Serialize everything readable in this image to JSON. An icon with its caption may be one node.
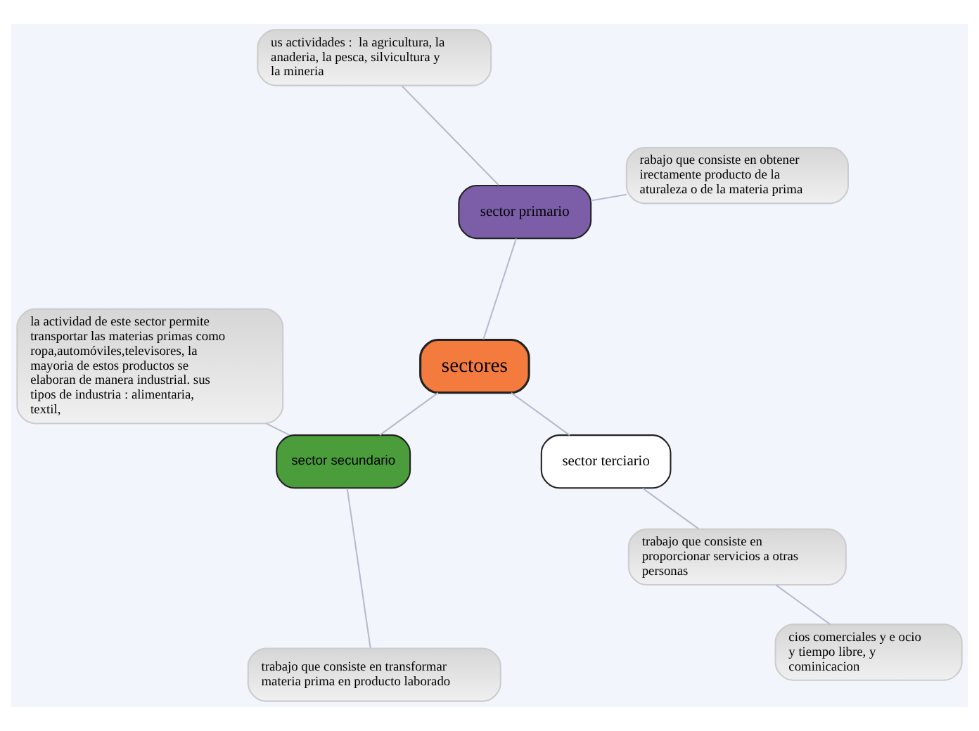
{
  "diagram": {
    "nodes": [
      {
        "text": [
          "sectores"
        ]
      },
      {
        "text": [
          "sector primario"
        ]
      },
      {
        "text": [
          "rabajo que consiste en obtener irectamente producto de la aturaleza o de la materia prima"
        ]
      },
      {
        "text": [
          "us actividades :  la agricultura, la anaderia, la pesca, silvicultura y la mineria"
        ]
      },
      {
        "text": [
          "sector secundario"
        ]
      },
      {
        "text": [
          "la actividad de este sector permite transportar las materias primas como ropa,automóviles,televisores, la mayoria de estos productos se elaboran de manera industrial. sus tipos de industria : alimentaria, textil,"
        ]
      },
      {
        "text": [
          "trabajo que consiste en transformar materia prima en producto laborado"
        ]
      },
      {
        "text": [
          "sector terciario"
        ]
      },
      {
        "text": [
          "trabajo que consiste en proporcionar servicios a otras personas"
        ]
      },
      {
        "text": [
          "cios comerciales y e ocio y tiempo libre, y cominicacion"
        ]
      }
    ],
    "edges": [
      {
        "from": 0,
        "to": 1,
        "arrow": "none"
      },
      {
        "from": 1,
        "to": 2,
        "arrow": "none"
      },
      {
        "from": 1,
        "to": 3,
        "arrow": "none"
      },
      {
        "from": 0,
        "to": 4,
        "arrow": "none"
      },
      {
        "from": 4,
        "to": 5,
        "arrow": "none"
      },
      {
        "from": 4,
        "to": 6,
        "arrow": "none"
      },
      {
        "from": 0,
        "to": 7,
        "arrow": "none"
      },
      {
        "from": 7,
        "to": 8,
        "arrow": "none"
      },
      {
        "from": 8,
        "to": 9,
        "arrow": "none"
      }
    ]
  }
}
